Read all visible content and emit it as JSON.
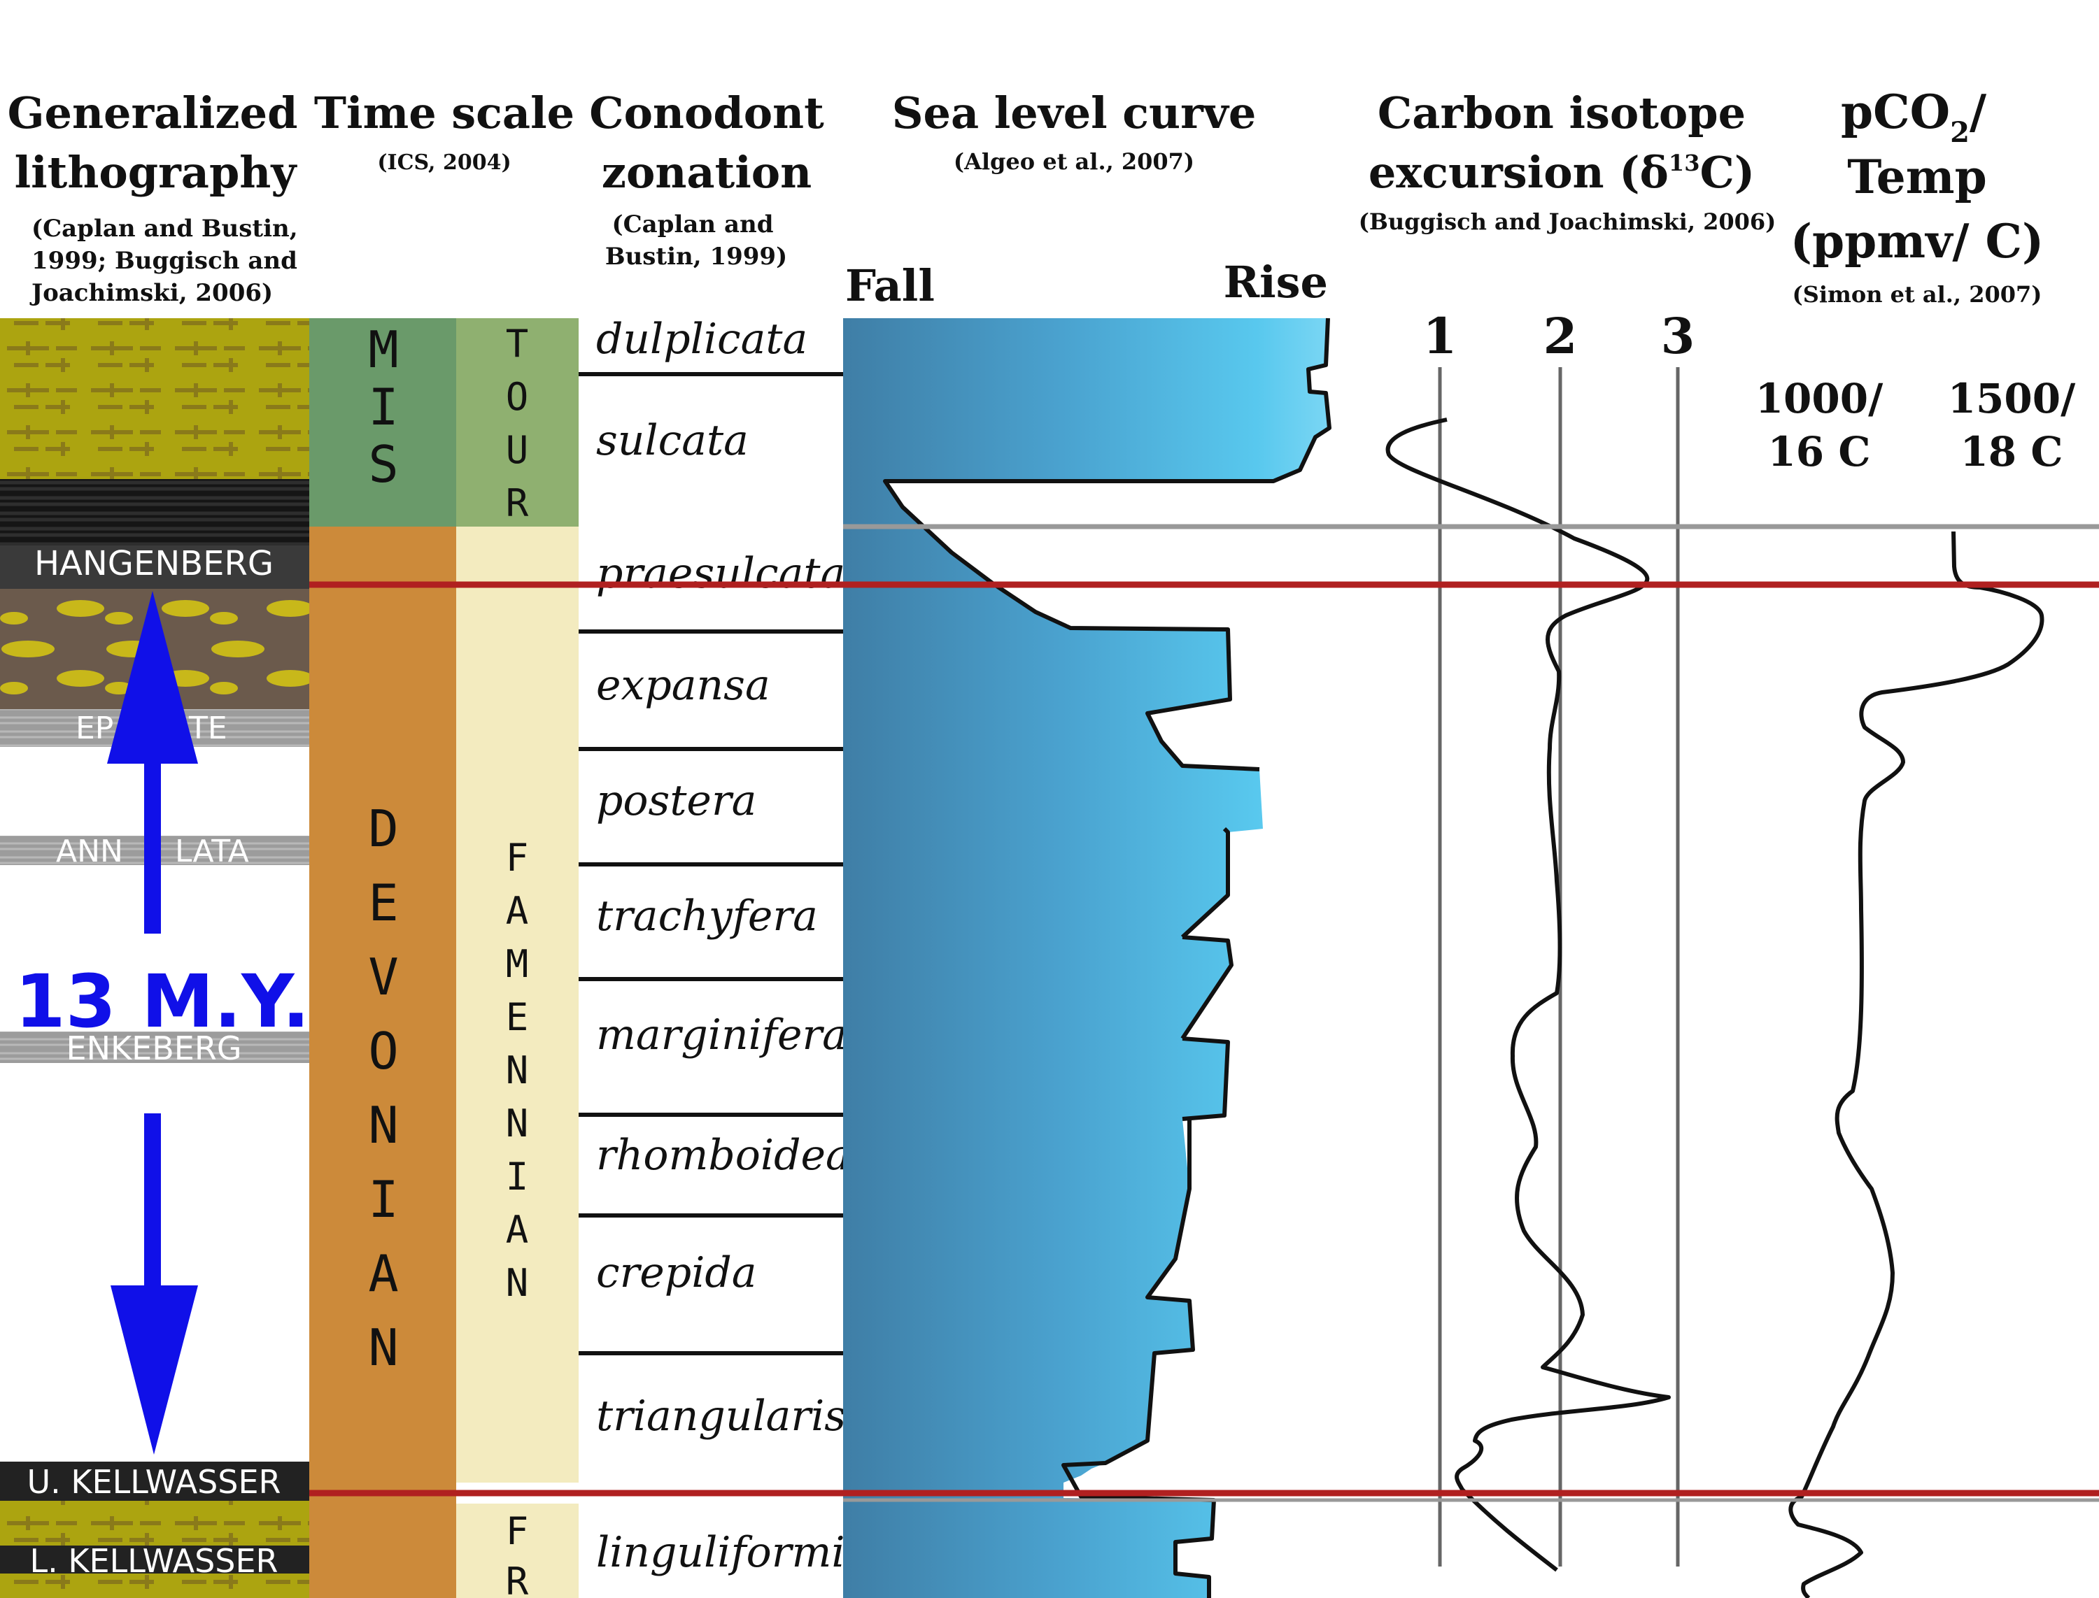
{
  "headers": {
    "lithography": {
      "line1": "Generalized",
      "line2": "lithography",
      "cite1": "(Caplan and Bustin,",
      "cite2": "1999; Buggisch and",
      "cite3": "Joachimski, 2006)"
    },
    "timescale": {
      "title": "Time scale",
      "cite": "(ICS, 2004)"
    },
    "conodont": {
      "line1": "Conodont",
      "line2": "zonation",
      "cite1": "(Caplan and",
      "cite2": "Bustin, 1999)"
    },
    "sealevel": {
      "title": "Sea level curve",
      "cite": "(Algeo et al., 2007)",
      "fall": "Fall",
      "rise": "Rise"
    },
    "carbon": {
      "line1": "Carbon isotope",
      "line2": "excursion (δ",
      "sup": "13",
      "line2end": "C)",
      "cite": "(Buggisch and Joachimski, 2006)"
    },
    "pco2": {
      "line1": "pCO",
      "sub": "2",
      "line1end": "/",
      "line2": "Temp",
      "line3": "(ppmv/ C)",
      "cite": "(Simon et al., 2007)"
    }
  },
  "litho_beds": [
    "HANGENBERG",
    "EP",
    "TE",
    "ANN",
    "LATA",
    "ENKEBERG",
    "U. KELLWASSER",
    "L. KELLWASSER"
  ],
  "duration_label": "13 M.Y.",
  "timescale": {
    "period_upper": [
      "M",
      "I",
      "S"
    ],
    "period_lower": [
      "D",
      "E",
      "V",
      "O",
      "N",
      "I",
      "A",
      "N"
    ],
    "stage_upper": [
      "T",
      "O",
      "U",
      "R"
    ],
    "stage_middle": [
      "F",
      "A",
      "M",
      "E",
      "N",
      "N",
      "I",
      "A",
      "N"
    ],
    "stage_lower": [
      "F",
      "R"
    ]
  },
  "conodont_zones": [
    "dulplicata",
    "sulcata",
    "praesulcata",
    "expansa",
    "postera",
    "trachyfera",
    "marginifera",
    "rhomboidea",
    "crepida",
    "triangularis",
    "linguliformis"
  ],
  "carbon_axis": [
    "1",
    "2",
    "3"
  ],
  "pco2_axis": {
    "a1": "1000/",
    "a2": "16 C",
    "b1": "1500/",
    "b2": "18 C"
  },
  "colors": {
    "period_mis": "#6a9a6a",
    "period_devonian": "#cc8a3a",
    "stage_tour": "#8fb070",
    "stage_famennian": "#f3ebbf",
    "sea_water": "#4aa0cc",
    "sea_light": "#58c8ee",
    "boundary_red": "#b02020",
    "boundary_grey": "#999999",
    "arrow_blue": "#1010e8"
  }
}
